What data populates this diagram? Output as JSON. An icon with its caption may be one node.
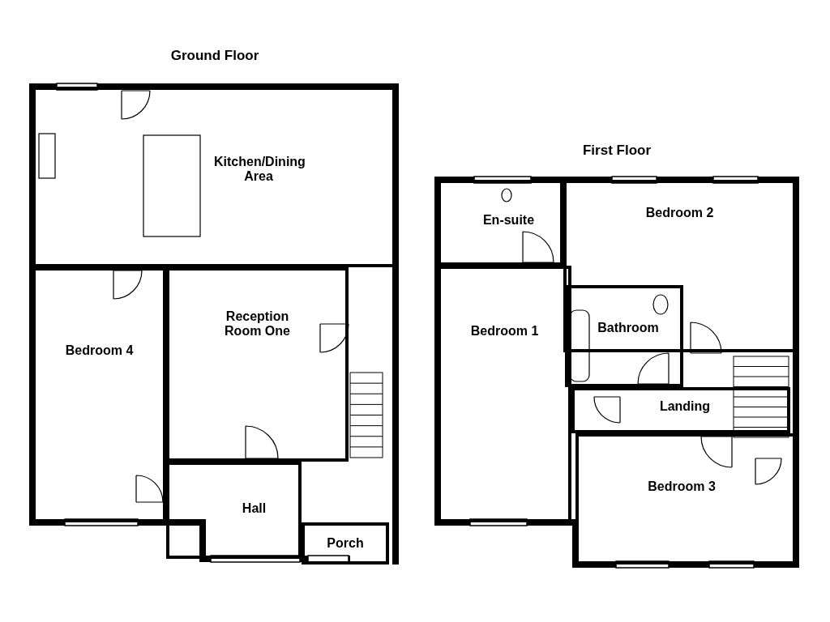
{
  "diagram": {
    "nodes": [
      {
        "text": [
          "Ground Floor"
        ]
      },
      {
        "text": [
          "Kitchen/Dining Area"
        ],
        "in": 0
      },
      {
        "text": [
          "Bedroom 4"
        ],
        "in": 0
      },
      {
        "text": [
          "Reception Room One"
        ],
        "in": 0
      },
      {
        "text": [
          "Hall"
        ],
        "in": 0
      },
      {
        "text": [
          "Porch"
        ],
        "in": 0
      },
      {
        "text": [
          "First Floor"
        ]
      },
      {
        "text": [
          "En-suite"
        ],
        "in": 6
      },
      {
        "text": [
          "Bedroom 2"
        ],
        "in": 6
      },
      {
        "text": [
          "Bedroom 1"
        ],
        "in": 6
      },
      {
        "text": [
          "Bathroom"
        ],
        "in": 6
      },
      {
        "text": [
          "Landing"
        ],
        "in": 6
      },
      {
        "text": [
          "Bedroom 3"
        ],
        "in": 6
      }
    ],
    "edges": []
  }
}
